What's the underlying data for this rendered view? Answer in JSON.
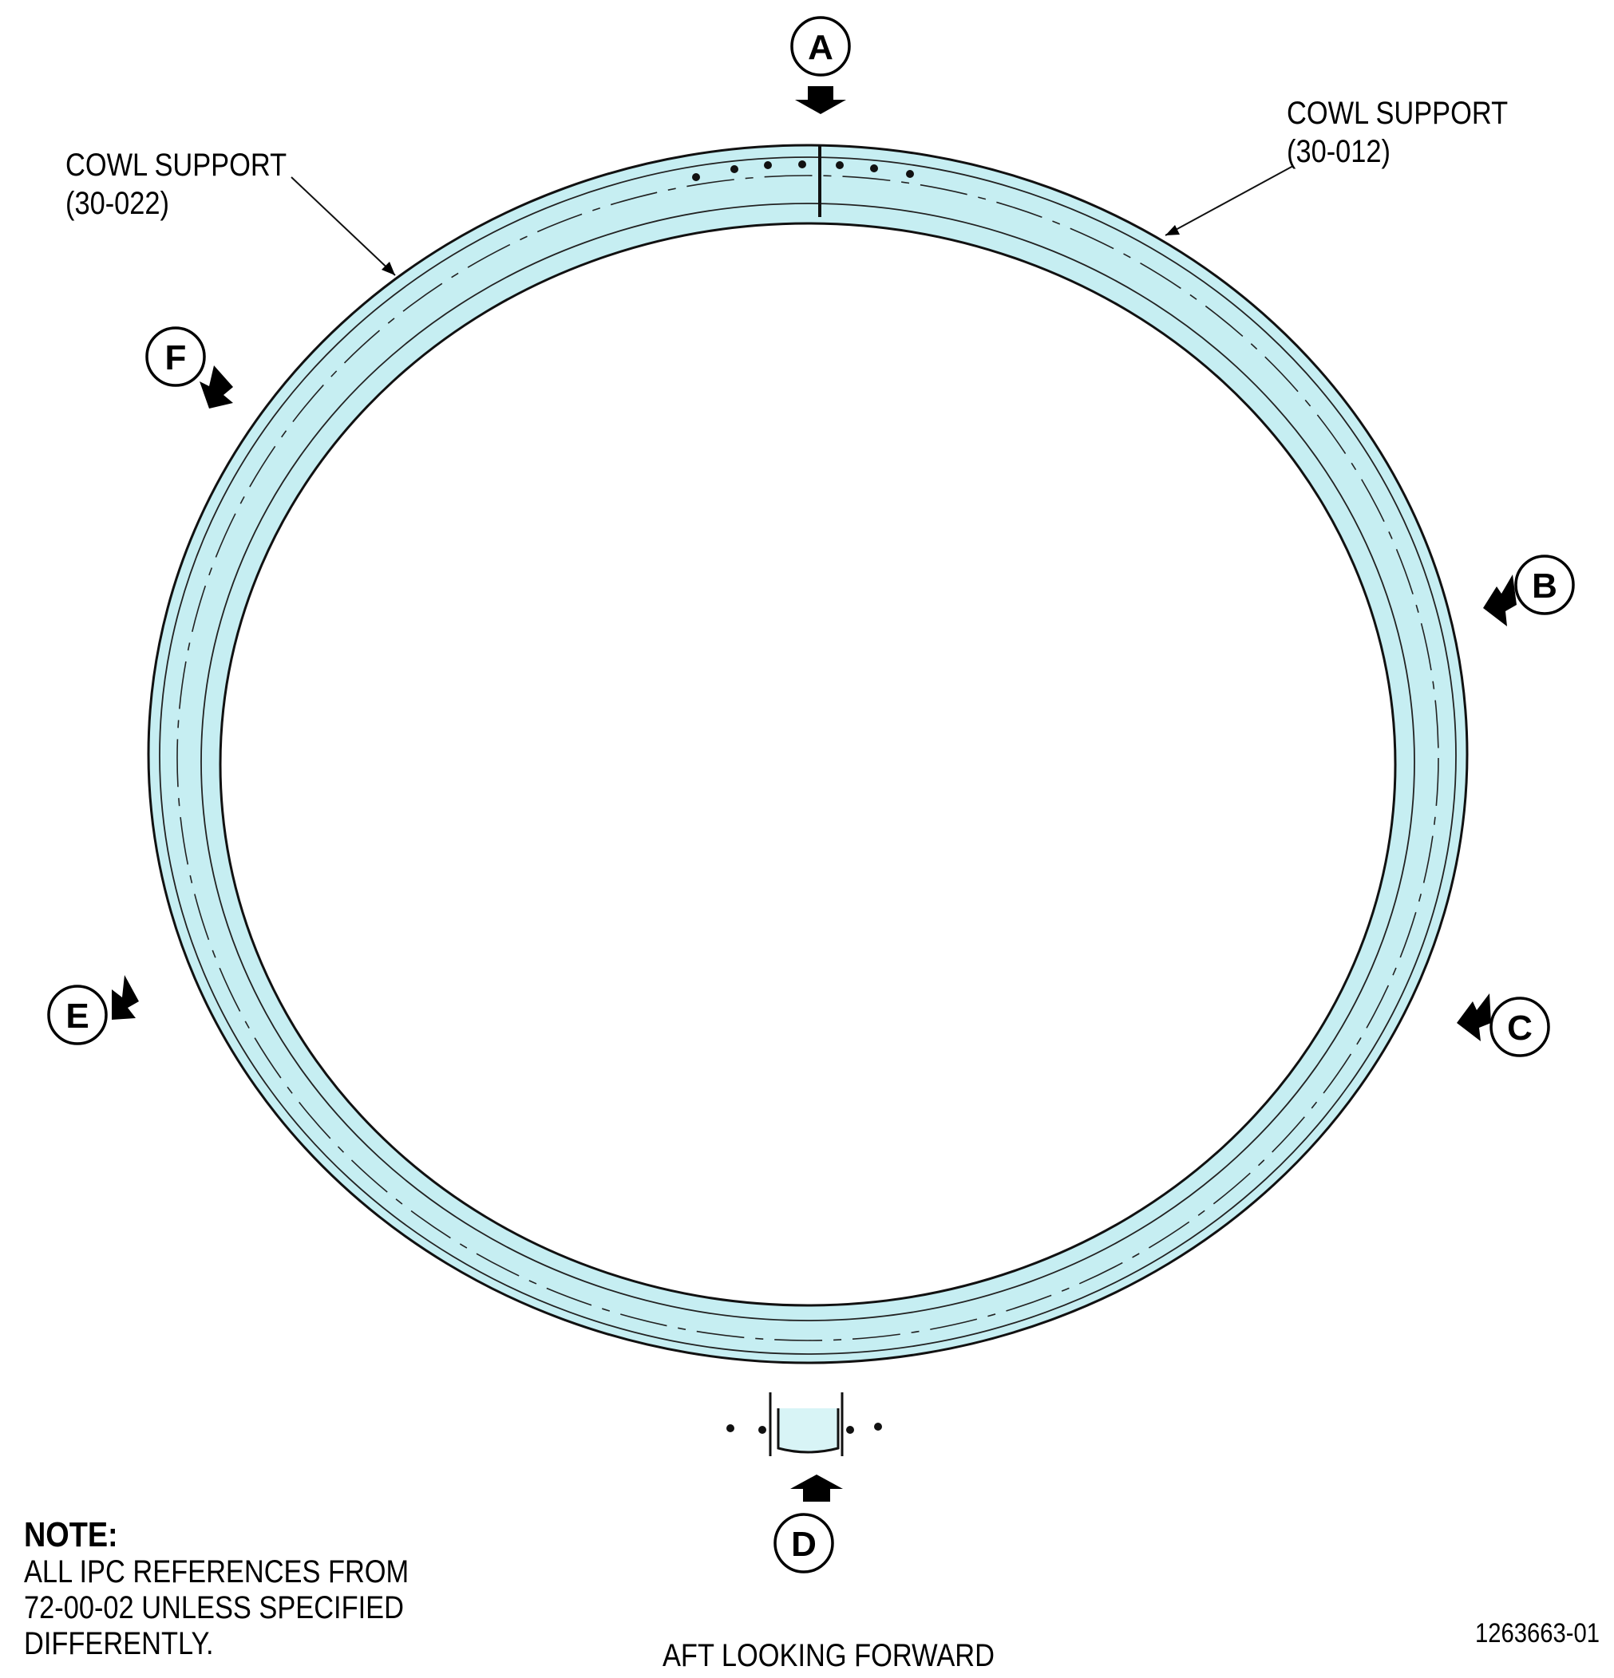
{
  "labels": {
    "cowl_support_left_line1": "COWL SUPPORT",
    "cowl_support_left_line2": "(30-022)",
    "cowl_support_right_line1": "COWL SUPPORT",
    "cowl_support_right_line2": "(30-012)"
  },
  "view_markers": [
    "A",
    "B",
    "C",
    "D",
    "E",
    "F"
  ],
  "note": {
    "heading": "NOTE:",
    "line1": "ALL IPC REFERENCES FROM",
    "line2": "72-00-02 UNLESS SPECIFIED",
    "line3": "DIFFERENTLY."
  },
  "caption": "AFT LOOKING FORWARD",
  "drawing_number": "1263663-01",
  "colors": {
    "ring_fill": "#c6eef2",
    "line": "#111111"
  }
}
